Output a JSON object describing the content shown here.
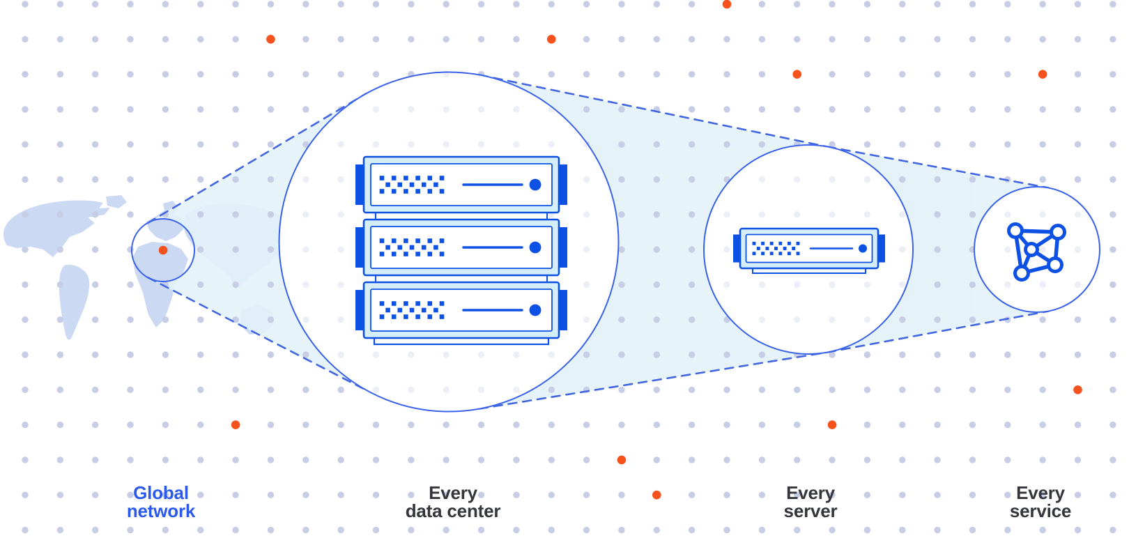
{
  "diagram": {
    "title": "Global network to service zoom diagram",
    "labels": {
      "global_network": {
        "line1": "Global",
        "line2": "network"
      },
      "every_data_center": {
        "line1": "Every",
        "line2": "data center"
      },
      "every_server": {
        "line1": "Every",
        "line2": "server"
      },
      "every_service": {
        "line1": "Every",
        "line2": "service"
      }
    },
    "colors": {
      "accent_blue": "#0d51e4",
      "circle_stroke_blue": "#3a62e8",
      "dashed_line_blue": "#4166e0",
      "label_blue": "#2b59ee",
      "label_dark": "#34363c",
      "orange": "#f5521d",
      "grid_dot": "#c6cde4",
      "map_fill": "#ccd9f3",
      "cone_fill": "#e3f2f8",
      "server_frame_fill": "#d5eef9",
      "white": "#ffffff"
    },
    "icons": {
      "map": "world-map",
      "marker": "location-marker-dot",
      "rack": "server-rack",
      "server": "server-unit",
      "service": "network-mesh-icon"
    }
  }
}
